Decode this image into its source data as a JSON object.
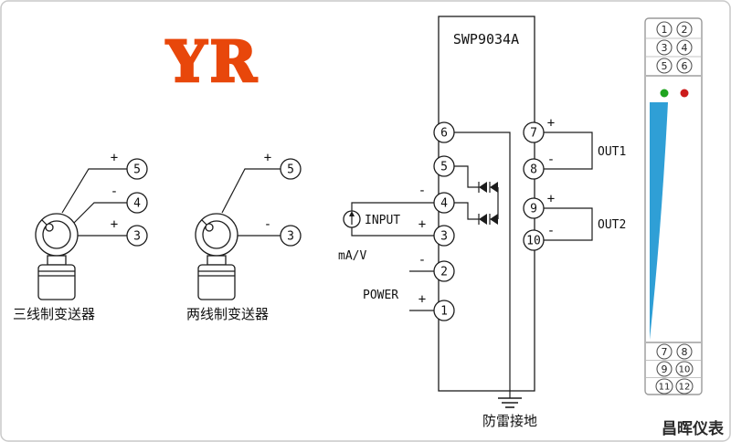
{
  "logo": {
    "text": "YR",
    "color": "#e8470b"
  },
  "transmitters": {
    "three_wire": {
      "label": "三线制变送器",
      "terminals": [
        {
          "num": "5",
          "sign": "+"
        },
        {
          "num": "4",
          "sign": "-"
        },
        {
          "num": "3",
          "sign": "+"
        }
      ]
    },
    "two_wire": {
      "label": "两线制变送器",
      "terminals": [
        {
          "num": "5",
          "sign": "+"
        },
        {
          "num": "3",
          "sign": "-"
        }
      ]
    }
  },
  "module": {
    "title": "SWP9034A",
    "left_terminals": [
      "6",
      "5",
      "4",
      "3",
      "2",
      "1"
    ],
    "right_terminals": [
      {
        "num": "7",
        "sign": "+"
      },
      {
        "num": "8",
        "sign": "-"
      },
      {
        "num": "9",
        "sign": "+"
      },
      {
        "num": "10",
        "sign": "-"
      }
    ],
    "input": {
      "label": "INPUT",
      "unit": "mA/V",
      "minus": "-",
      "plus": "+"
    },
    "power": {
      "label": "POWER",
      "minus": "-",
      "plus": "+"
    },
    "outputs": [
      {
        "label": "OUT1"
      },
      {
        "label": "OUT2"
      }
    ],
    "ground_label": "防雷接地"
  },
  "panel": {
    "top_terminals": [
      "1",
      "2",
      "3",
      "4",
      "5",
      "6"
    ],
    "bottom_terminals": [
      "7",
      "8",
      "9",
      "10",
      "11",
      "12"
    ],
    "led_green": "#1fa41f",
    "led_red": "#cc1c1c",
    "body_color": "#2f9fd6"
  },
  "footer": {
    "brand": "昌晖仪表"
  }
}
